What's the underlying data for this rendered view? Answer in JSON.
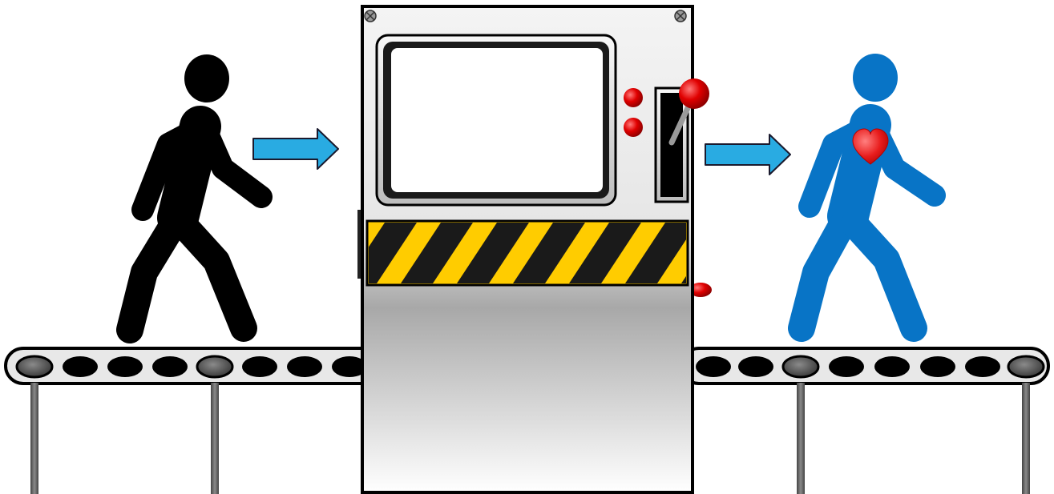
{
  "figures": [
    {
      "name": "person-before",
      "color": "#000000"
    },
    {
      "name": "person-after",
      "color": "#0874c6"
    }
  ],
  "arrows": [
    {
      "name": "arrow-into-machine",
      "color": "#29abe2"
    },
    {
      "name": "arrow-out-of-machine",
      "color": "#29abe2"
    }
  ],
  "machine": {
    "body_gradient": [
      "#ffffff",
      "#c8c8c8"
    ],
    "screen_text": "",
    "buttons_color": "#d40000",
    "lever_knob_color": "#d40000",
    "hazard_stripe_colors": [
      "#ffcc00",
      "#1a1a1a"
    ]
  },
  "heart": {
    "color": "#e02020"
  },
  "conveyor": {
    "belt_color": "#e6e6e6",
    "hole_color": "#000000",
    "leg_color": "#555555"
  }
}
